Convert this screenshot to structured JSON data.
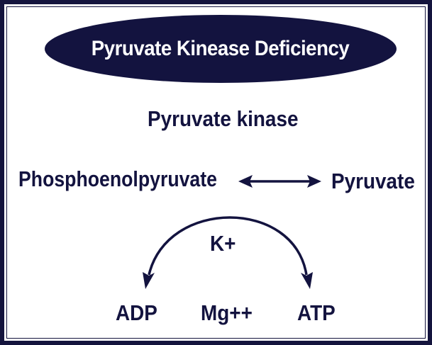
{
  "title": "Pyruvate Kinease Deficiency",
  "enzyme": "Pyruvate kinase",
  "substrate": "Phosphoenolpyruvate",
  "product": "Pyruvate",
  "cofactor_k": "K+",
  "cofactor_mg": "Mg++",
  "adp": "ADP",
  "atp": "ATP",
  "colors": {
    "dark_navy": "#13133f",
    "background": "#ffffff",
    "title_text": "#ffffff"
  }
}
